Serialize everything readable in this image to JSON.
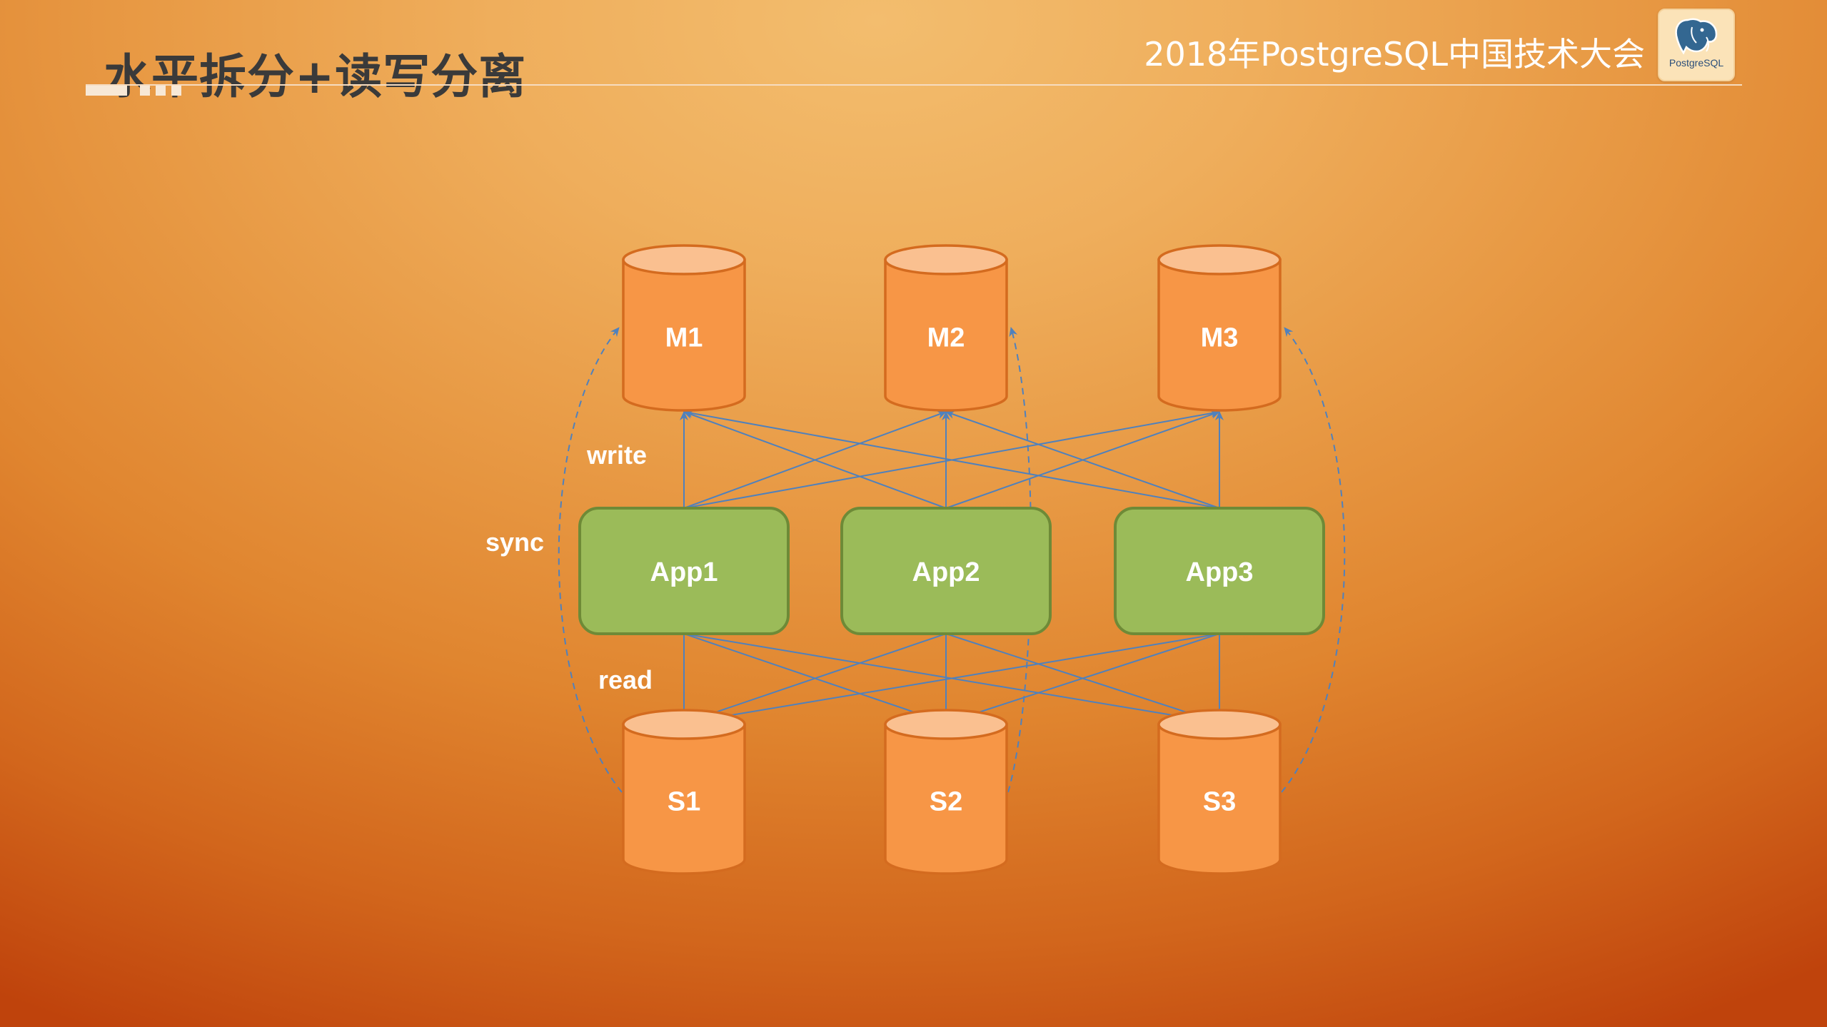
{
  "slide": {
    "title": "水平拆分+读写分离",
    "conference": "2018年PostgreSQL中国技术大会",
    "logo_text": "PostgreSQL",
    "logo_icon": "postgresql-elephant-icon"
  },
  "diagram": {
    "masters": [
      {
        "id": "M1",
        "label": "M1"
      },
      {
        "id": "M2",
        "label": "M2"
      },
      {
        "id": "M3",
        "label": "M3"
      }
    ],
    "apps": [
      {
        "id": "App1",
        "label": "App1"
      },
      {
        "id": "App2",
        "label": "App2"
      },
      {
        "id": "App3",
        "label": "App3"
      }
    ],
    "slaves": [
      {
        "id": "S1",
        "label": "S1"
      },
      {
        "id": "S2",
        "label": "S2"
      },
      {
        "id": "S3",
        "label": "S3"
      }
    ],
    "edge_labels": {
      "write": "write",
      "read": "read",
      "sync": "sync"
    },
    "write_edges": [
      [
        "App1",
        "M1"
      ],
      [
        "App1",
        "M2"
      ],
      [
        "App1",
        "M3"
      ],
      [
        "App2",
        "M1"
      ],
      [
        "App2",
        "M2"
      ],
      [
        "App2",
        "M3"
      ],
      [
        "App3",
        "M1"
      ],
      [
        "App3",
        "M2"
      ],
      [
        "App3",
        "M3"
      ]
    ],
    "read_edges": [
      [
        "App1",
        "S1"
      ],
      [
        "App1",
        "S2"
      ],
      [
        "App1",
        "S3"
      ],
      [
        "App2",
        "S1"
      ],
      [
        "App2",
        "S2"
      ],
      [
        "App2",
        "S3"
      ],
      [
        "App3",
        "S1"
      ],
      [
        "App3",
        "S2"
      ],
      [
        "App3",
        "S3"
      ]
    ],
    "sync_edges": [
      [
        "S1",
        "M1"
      ],
      [
        "S2",
        "M2"
      ],
      [
        "S3",
        "M3"
      ]
    ],
    "colors": {
      "cylinder_body": "#f79646",
      "cylinder_top": "#fac090",
      "cylinder_stroke": "#d46b1f",
      "app_fill": "#9bbb59",
      "app_stroke": "#6e8a37",
      "edge": "#4f81bd"
    }
  }
}
